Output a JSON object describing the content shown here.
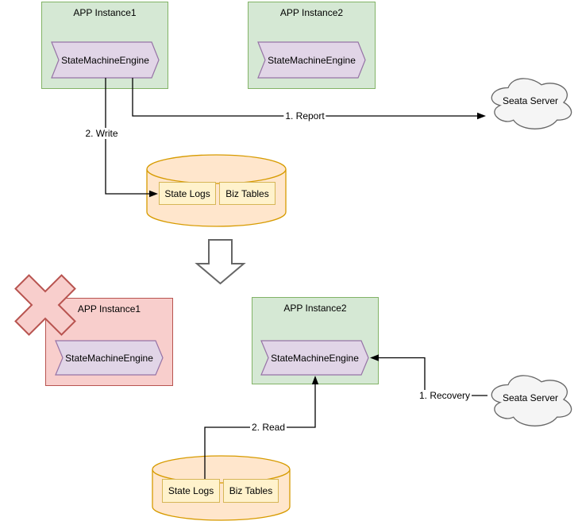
{
  "scene1": {
    "instance1_title": "APP Instance1",
    "instance1_engine": "StateMachineEngine",
    "instance2_title": "APP Instance2",
    "instance2_engine": "StateMachineEngine",
    "cloud_label": "Seata Server",
    "report_label": "1. Report",
    "write_label": "2. Write",
    "state_logs_label": "State Logs",
    "biz_tables_label": "Biz Tables"
  },
  "scene2": {
    "instance1_title": "APP Instance1",
    "instance1_engine": "StateMachineEngine",
    "instance2_title": "APP Instance2",
    "instance2_engine": "StateMachineEngine",
    "cloud_label": "Seata Server",
    "recovery_label": "1. Recovery",
    "read_label": "2. Read",
    "state_logs_label": "State Logs",
    "biz_tables_label": "Biz Tables"
  },
  "colors": {
    "instance_ok_fill": "#d5e8d4",
    "instance_ok_stroke": "#82b366",
    "instance_failed_fill": "#f8cecc",
    "instance_failed_stroke": "#b85450",
    "engine_fill": "#e1d5e7",
    "engine_stroke": "#9673a6",
    "db_fill": "#ffe6cc",
    "db_stroke": "#d79b00",
    "table_fill": "#fff2cc",
    "table_stroke": "#d6b656",
    "cloud_fill": "#f5f5f5",
    "cloud_stroke": "#666666",
    "connector": "#000000"
  }
}
